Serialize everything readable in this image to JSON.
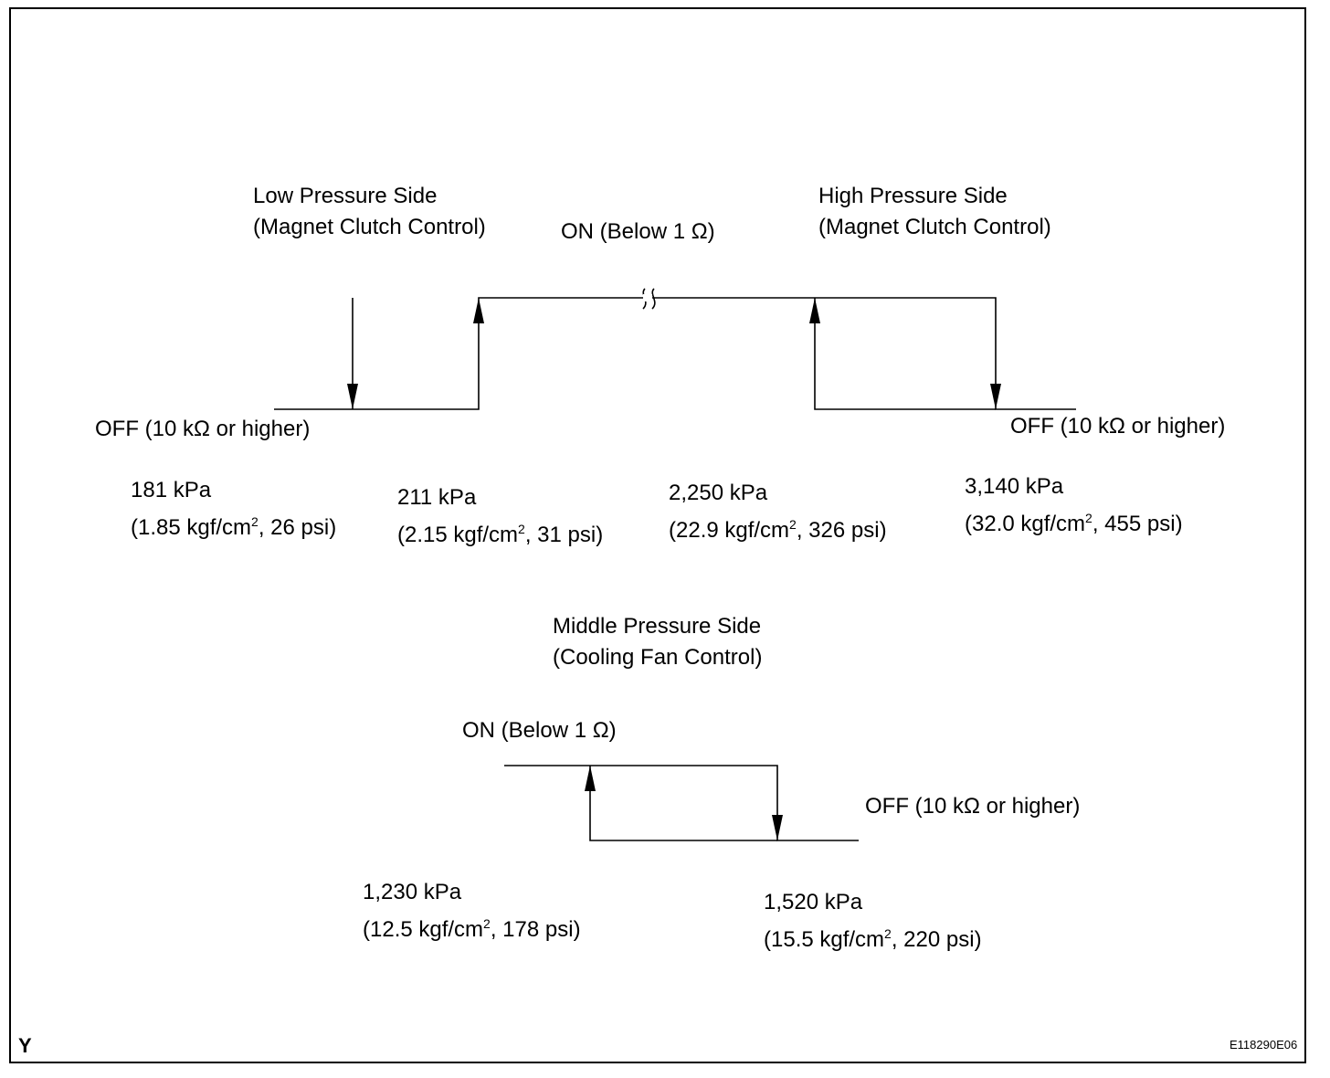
{
  "low_side": {
    "title": "Low Pressure Side",
    "subtitle": "(Magnet Clutch Control)",
    "off_label": "OFF (10 kΩ or higher)",
    "p1": {
      "value": "181 kPa",
      "detail_pre": "(1.85 kgf/cm",
      "detail_post": ", 26 psi)"
    },
    "p2": {
      "value": "211 kPa",
      "detail_pre": "(2.15 kgf/cm",
      "detail_post": ", 31 psi)"
    }
  },
  "top_on_label": "ON (Below 1 Ω)",
  "high_side": {
    "title": "High Pressure Side",
    "subtitle": "(Magnet Clutch Control)",
    "off_label": "OFF (10 kΩ or higher)",
    "p1": {
      "value": "2,250 kPa",
      "detail_pre": "(22.9 kgf/cm",
      "detail_post": ", 326 psi)"
    },
    "p2": {
      "value": "3,140 kPa",
      "detail_pre": "(32.0 kgf/cm",
      "detail_post": ", 455 psi)"
    }
  },
  "middle_side": {
    "title": "Middle Pressure Side",
    "subtitle": "(Cooling Fan Control)",
    "on_label": "ON (Below 1 Ω)",
    "off_label": "OFF (10 kΩ or higher)",
    "p1": {
      "value": "1,230 kPa",
      "detail_pre": "(12.5 kgf/cm",
      "detail_post": ", 178 psi)"
    },
    "p2": {
      "value": "1,520 kPa",
      "detail_pre": "(15.5 kgf/cm",
      "detail_post": ", 220 psi)"
    }
  },
  "superscript": "2",
  "corner_letter": "Y",
  "figure_code": "E118290E06"
}
